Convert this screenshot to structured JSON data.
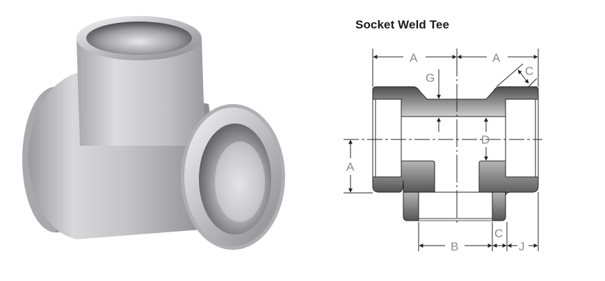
{
  "photo": {
    "subject": "Stainless steel socket weld tee fitting",
    "colors": {
      "metal_light": "#e4e4e6",
      "metal_mid": "#b8b8bb",
      "metal_dark": "#6e6e72"
    }
  },
  "diagram": {
    "title": "Socket Weld Tee",
    "labels": {
      "a_top_left": "A",
      "a_top_right": "A",
      "c_top": "C",
      "g": "G",
      "d": "D",
      "a_left": "A",
      "b": "B",
      "c_bottom": "C",
      "j": "J"
    },
    "colors": {
      "body_dark": "#4d4d4d",
      "body_light": "#c9c9c9",
      "line": "#222222",
      "label": "#8a8a8a"
    }
  }
}
